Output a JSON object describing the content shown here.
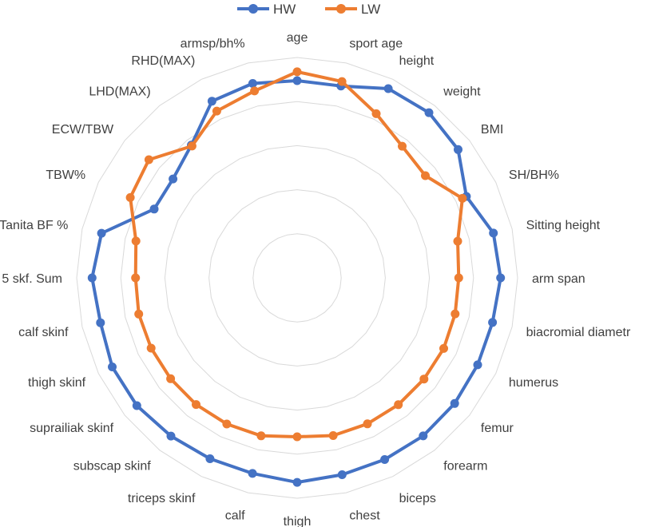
{
  "chart_data": {
    "type": "radar",
    "categories": [
      "age",
      "sport age",
      "height",
      "weight",
      "BMI",
      "SH/BH%",
      "Sitting height",
      "arm span",
      "biacromial diametr",
      "humerus",
      "femur",
      "forearm",
      "biceps",
      "chest",
      "thigh",
      "calf",
      "triceps skinf",
      "subscap skinf",
      "suprailiak skinf",
      "thigh skinf",
      "calf skinf",
      "5 skf. Sum",
      "Tanita BF %",
      "TBW%",
      "ECW/TBW",
      "LHD(MAX)",
      "RHD(MAX)",
      "armsp/bh%"
    ],
    "series": [
      {
        "name": "HW",
        "color": "#4472C4",
        "values": [
          0.895,
          0.893,
          0.953,
          0.959,
          0.934,
          0.852,
          0.913,
          0.923,
          0.909,
          0.909,
          0.914,
          0.917,
          0.915,
          0.916,
          0.928,
          0.91,
          0.911,
          0.918,
          0.93,
          0.931,
          0.915,
          0.93,
          0.91,
          0.72,
          0.72,
          0.77,
          0.89,
          0.905
        ]
      },
      {
        "name": "LW",
        "color": "#ED7D31",
        "values": [
          0.935,
          0.914,
          0.827,
          0.764,
          0.744,
          0.832,
          0.747,
          0.733,
          0.735,
          0.738,
          0.736,
          0.736,
          0.735,
          0.734,
          0.721,
          0.735,
          0.736,
          0.735,
          0.734,
          0.735,
          0.737,
          0.733,
          0.75,
          0.84,
          0.86,
          0.765,
          0.84,
          0.87
        ]
      }
    ],
    "legend_position": "top",
    "grid": true,
    "rings": 5
  }
}
